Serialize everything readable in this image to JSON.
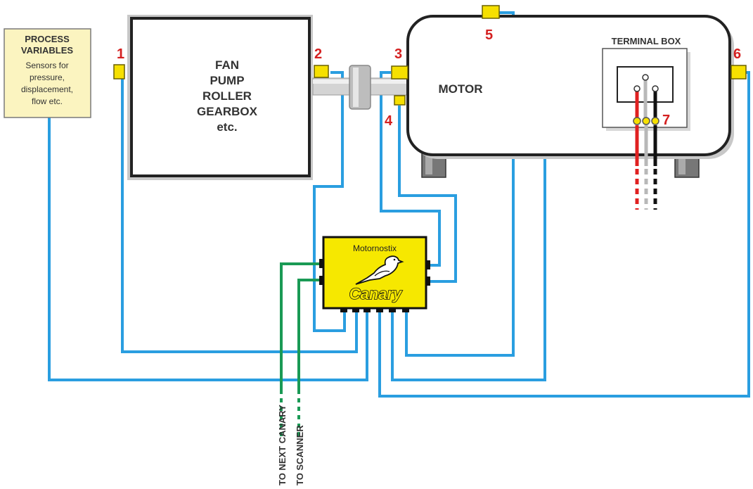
{
  "process_box": {
    "title_line1": "PROCESS",
    "title_line2": "VARIABLES",
    "desc_line1": "Sensors for",
    "desc_line2": "pressure,",
    "desc_line3": "displacement,",
    "desc_line4": "flow etc."
  },
  "driven": {
    "line1": "FAN",
    "line2": "PUMP",
    "line3": "ROLLER",
    "line4": "GEARBOX",
    "line5": "etc."
  },
  "motor": {
    "label": "MOTOR"
  },
  "terminal_box": {
    "label": "TERMINAL BOX"
  },
  "device": {
    "brand": "Motornostix",
    "logo_text": "Canary"
  },
  "sensor_numbers": [
    "1",
    "2",
    "3",
    "4",
    "5",
    "6",
    "7"
  ],
  "outputs": {
    "next": "TO NEXT CANARY",
    "scanner": "TO SCANNER"
  },
  "colors": {
    "wire": "#2a9ee0",
    "signal": "#1a9a55",
    "sensor": "#f6e000",
    "number": "#d42020",
    "device": "#f6e800",
    "phase_red": "#e02020",
    "phase_grey": "#b8b8b8",
    "phase_black": "#111111"
  }
}
